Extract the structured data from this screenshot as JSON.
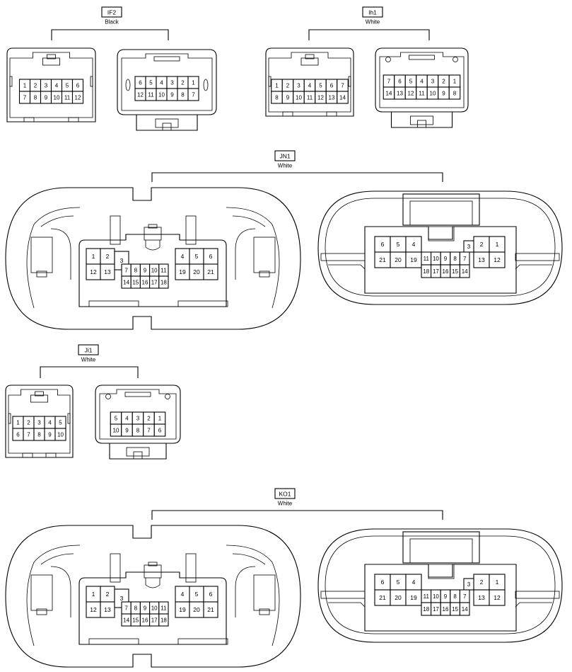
{
  "connectors": [
    {
      "id": "IF2",
      "color": "Black",
      "views": [
        {
          "rows": [
            [
              "1",
              "2",
              "3",
              "4",
              "5",
              "6"
            ],
            [
              "7",
              "8",
              "9",
              "10",
              "11",
              "12"
            ]
          ]
        },
        {
          "rows": [
            [
              "6",
              "5",
              "4",
              "3",
              "2",
              "1"
            ],
            [
              "12",
              "11",
              "10",
              "9",
              "8",
              "7"
            ]
          ]
        }
      ]
    },
    {
      "id": "Ih1",
      "color": "White",
      "views": [
        {
          "rows": [
            [
              "1",
              "2",
              "3",
              "4",
              "5",
              "6",
              "7"
            ],
            [
              "8",
              "9",
              "10",
              "11",
              "12",
              "13",
              "14"
            ]
          ]
        },
        {
          "rows": [
            [
              "7",
              "6",
              "5",
              "4",
              "3",
              "2",
              "1"
            ],
            [
              "14",
              "13",
              "12",
              "11",
              "10",
              "9",
              "8"
            ]
          ]
        }
      ]
    },
    {
      "id": "JN1",
      "color": "White",
      "views": [
        {
          "left": [
            [
              "1",
              "2"
            ],
            [
              "12",
              "13"
            ]
          ],
          "right": [
            [
              "4",
              "5",
              "6"
            ],
            [
              "19",
              "20",
              "21"
            ]
          ],
          "side": "3",
          "center": [
            [
              "7",
              "8",
              "9",
              "10",
              "11"
            ],
            [
              "14",
              "15",
              "16",
              "17",
              "18"
            ]
          ]
        },
        {
          "left": [
            [
              "6",
              "5",
              "4"
            ],
            [
              "21",
              "20",
              "19"
            ]
          ],
          "right": [
            [
              "2",
              "1"
            ],
            [
              "13",
              "12"
            ]
          ],
          "side": "3",
          "center": [
            [
              "11",
              "10",
              "9",
              "8",
              "7"
            ],
            [
              "18",
              "17",
              "16",
              "15",
              "14"
            ]
          ]
        }
      ]
    },
    {
      "id": "Ji1",
      "color": "White",
      "views": [
        {
          "rows": [
            [
              "1",
              "2",
              "3",
              "4",
              "5"
            ],
            [
              "6",
              "7",
              "8",
              "9",
              "10"
            ]
          ]
        },
        {
          "rows": [
            [
              "5",
              "4",
              "3",
              "2",
              "1"
            ],
            [
              "10",
              "9",
              "8",
              "7",
              "6"
            ]
          ]
        }
      ]
    },
    {
      "id": "KO1",
      "color": "White",
      "views": [
        {
          "left": [
            [
              "1",
              "2"
            ],
            [
              "12",
              "13"
            ]
          ],
          "right": [
            [
              "4",
              "5",
              "6"
            ],
            [
              "19",
              "20",
              "21"
            ]
          ],
          "side": "3",
          "center": [
            [
              "7",
              "8",
              "9",
              "10",
              "11"
            ],
            [
              "14",
              "15",
              "16",
              "17",
              "18"
            ]
          ]
        },
        {
          "left": [
            [
              "6",
              "5",
              "4"
            ],
            [
              "21",
              "20",
              "19"
            ]
          ],
          "right": [
            [
              "2",
              "1"
            ],
            [
              "13",
              "12"
            ]
          ],
          "side": "3",
          "center": [
            [
              "11",
              "10",
              "9",
              "8",
              "7"
            ],
            [
              "18",
              "17",
              "16",
              "15",
              "14"
            ]
          ]
        }
      ]
    }
  ]
}
